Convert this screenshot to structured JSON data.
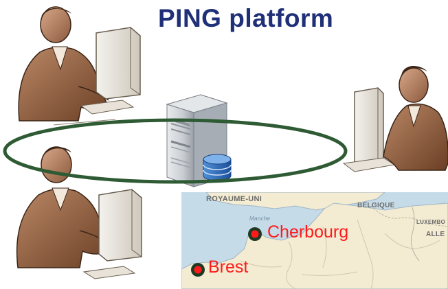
{
  "slide": {
    "title": "PING platform"
  },
  "icons": {
    "person_top_left": "user-at-computer-icon",
    "person_right": "user-at-computer-icon",
    "person_bottom_left": "user-at-computer-icon",
    "server": "server-with-database-icon"
  },
  "map": {
    "country_labels": [
      "ROYAUME-UNI",
      "BELGIQUE",
      "LUXEMBO",
      "ALLE",
      "Manche"
    ],
    "cities": [
      {
        "name": "Cherbourg"
      },
      {
        "name": "Brest"
      }
    ]
  },
  "colors": {
    "title": "#1f2f78",
    "network_ring": "#2e5b34",
    "city_marker": "#ff1a1a",
    "city_label": "#ff1a1a",
    "sea": "#c6dbe8",
    "land": "#f3ebd2"
  }
}
